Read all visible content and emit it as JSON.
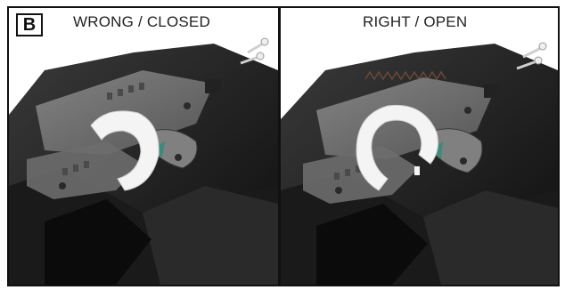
{
  "section_label": "B",
  "panels": [
    {
      "caption": "WRONG / CLOSED",
      "state": "closed"
    },
    {
      "caption": "RIGHT / OPEN",
      "state": "open"
    }
  ]
}
